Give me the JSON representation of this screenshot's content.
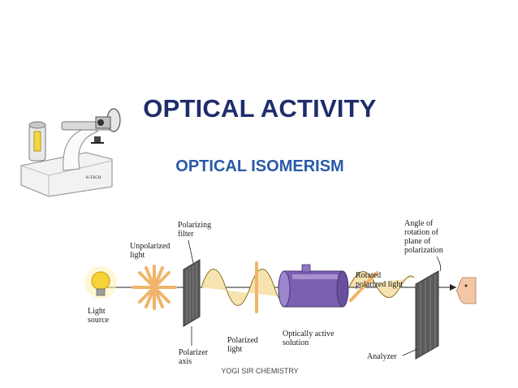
{
  "title": "OPTICAL ACTIVITY",
  "subtitle": "OPTICAL ISOMERISM",
  "footer": "YOGI SIR CHEMISTRY",
  "polarimeter": {
    "brand_text": "K-TECH"
  },
  "diagram": {
    "labels": {
      "polarizing_filter": [
        "Polarizing",
        "filter"
      ],
      "unpolarized_light": [
        "Unpolarized",
        "light"
      ],
      "light_source": [
        "Light",
        "source"
      ],
      "polarizer_axis": [
        "Polarizer",
        "axis"
      ],
      "polarized_light": [
        "Polarized",
        "light"
      ],
      "optically_active_solution": [
        "Optically active",
        "solution"
      ],
      "rotated_polarized_light": [
        "Rotated",
        "polarized light"
      ],
      "angle_of_rotation": [
        "Angle of",
        "rotation of",
        "plane of",
        "polarization"
      ],
      "analyzer": "Analyzer"
    }
  }
}
